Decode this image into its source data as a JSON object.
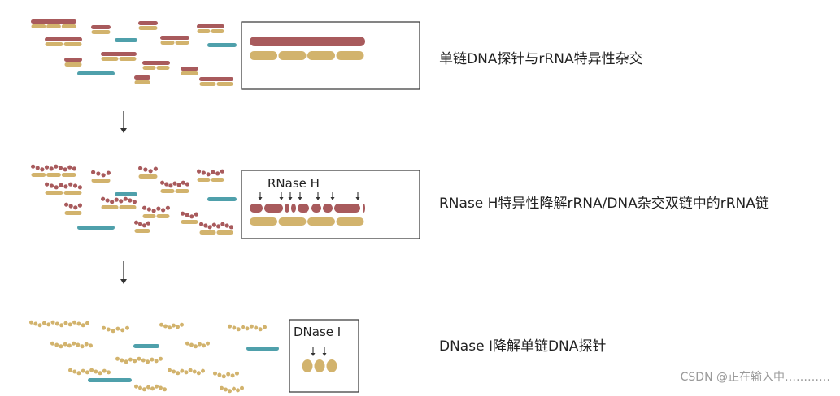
{
  "steps": [
    {
      "label": "单链DNA探针与rRNA特异性杂交"
    },
    {
      "label": "RNase H特异性降解rRNA/DNA杂交双链中的rRNA链",
      "enzyme": "RNase H"
    },
    {
      "label": "DNase I降解单链DNA探针",
      "enzyme": "DNase I"
    }
  ],
  "watermark": "CSDN @正在输入中…………",
  "colors": {
    "rrna": "#a85a5c",
    "probe": "#d2b36d",
    "dna_probe_free": "#4fa0ab",
    "arrow": "#333333",
    "box_border": "#333333"
  }
}
